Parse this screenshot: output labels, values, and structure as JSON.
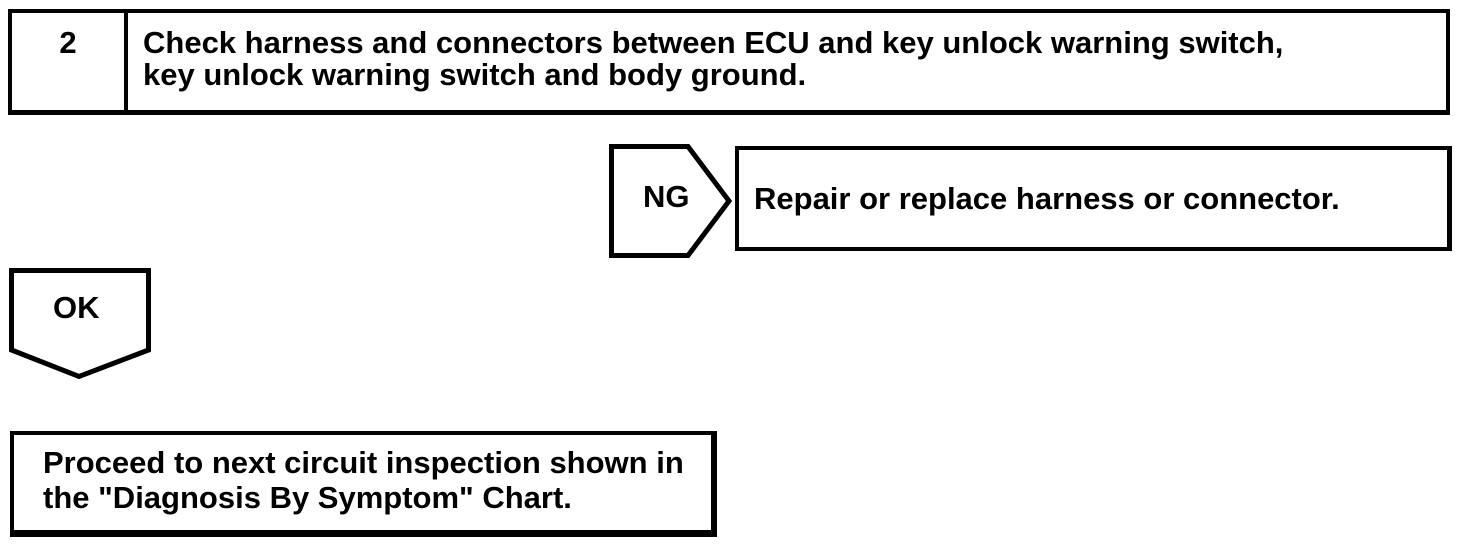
{
  "step": {
    "number": "2",
    "instruction_lines": [
      "Check harness and connectors between ECU and key unlock warning switch,",
      "key unlock warning switch and body ground."
    ]
  },
  "ng_branch": {
    "label": "NG",
    "action": "Repair or replace harness or connector."
  },
  "ok_branch": {
    "label": "OK",
    "action_lines": [
      "Proceed to next circuit inspection shown in",
      "the \"Diagnosis By Symptom\" Chart."
    ]
  },
  "colors": {
    "ink": "#000000",
    "paper": "#ffffff"
  }
}
